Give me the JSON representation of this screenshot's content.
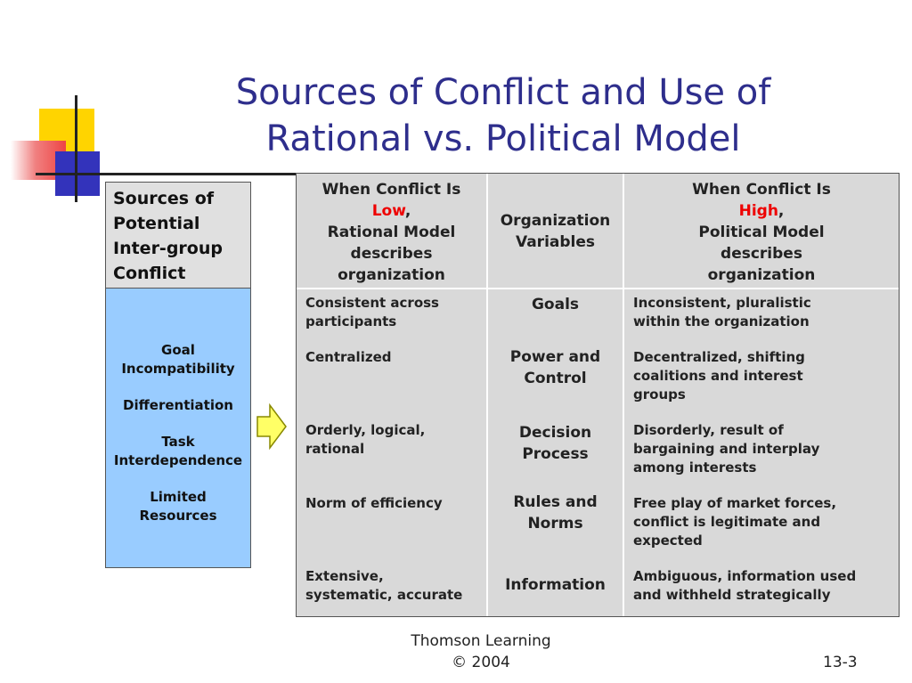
{
  "title": {
    "line1": "Sources of Conflict and Use of",
    "line2": "Rational vs. Political Model"
  },
  "left_panel": {
    "header": "Sources of\n Potential\nInter-group\n Conflict",
    "items": [
      "Goal\nIncompatibility",
      "Differentiation",
      "Task\nInterdependence",
      "Limited\nResources"
    ]
  },
  "table": {
    "header_low": {
      "before": "When Conflict Is",
      "emph": "Low",
      "after": ",",
      "rest_line1": "Rational Model",
      "rest_line2": "describes",
      "rest_line3": "organization"
    },
    "header_mid": "Organization\nVariables",
    "header_high": {
      "before": "When Conflict Is",
      "emph": "High",
      "after": ",",
      "rest_line1": "Political Model",
      "rest_line2": "describes",
      "rest_line3": "organization"
    },
    "rows": [
      {
        "rational": "Consistent across\nparticipants",
        "variable": "Goals",
        "political": "Inconsistent, pluralistic\nwithin the organization"
      },
      {
        "rational": "Centralized",
        "variable": "Power and\nControl",
        "political": "Decentralized, shifting\ncoalitions and interest\ngroups"
      },
      {
        "rational": "Orderly, logical,\nrational",
        "variable": "Decision\nProcess",
        "political": "Disorderly, result of\nbargaining and interplay\namong interests"
      },
      {
        "rational": "Norm of efficiency",
        "variable": "Rules and\nNorms",
        "political": "Free play of market forces,\nconflict is legitimate and\nexpected"
      },
      {
        "rational": "Extensive,\nsystematic, accurate",
        "variable": "Information",
        "political": "Ambiguous, information used\nand withheld strategically"
      }
    ]
  },
  "footer": {
    "line1": "Thomson Learning",
    "line2": "© 2004",
    "page": "13-3"
  },
  "colors": {
    "title": "#2e2e8c",
    "left_body": "#99ccff",
    "table_bg": "#d9d9d9",
    "emphasis": "#ee0000",
    "arrow": "#ffff66"
  },
  "icons": {
    "arrow": "right-arrow-icon"
  }
}
